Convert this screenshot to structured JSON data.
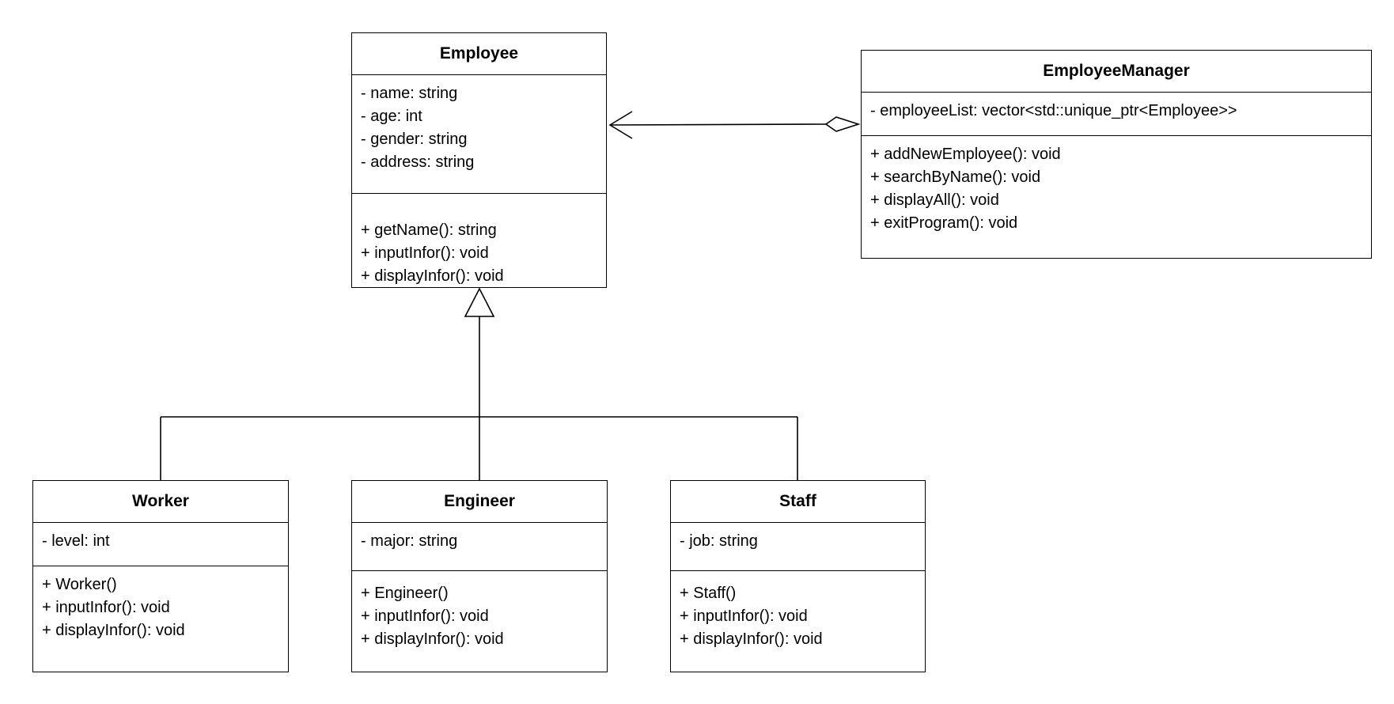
{
  "classes": {
    "employee": {
      "name": "Employee",
      "attributes": [
        "- name: string",
        "- age: int",
        "- gender: string",
        "- address: string"
      ],
      "operations": [
        "+ getName(): string",
        "+ inputInfor(): void",
        "+ displayInfor(): void"
      ]
    },
    "employee_manager": {
      "name": "EmployeeManager",
      "attributes": [
        "- employeeList: vector<std::unique_ptr<Employee>>"
      ],
      "operations": [
        "+ addNewEmployee(): void",
        "+ searchByName(): void",
        "+ displayAll(): void",
        "+ exitProgram(): void"
      ]
    },
    "worker": {
      "name": "Worker",
      "attributes": [
        "- level: int"
      ],
      "operations": [
        "+ Worker()",
        "+ inputInfor(): void",
        "+ displayInfor(): void"
      ]
    },
    "engineer": {
      "name": "Engineer",
      "attributes": [
        "- major: string"
      ],
      "operations": [
        "+ Engineer()",
        "+ inputInfor(): void",
        "+ displayInfor(): void"
      ]
    },
    "staff": {
      "name": "Staff",
      "attributes": [
        "- job: string"
      ],
      "operations": [
        "+ Staff()",
        "+ inputInfor(): void",
        "+ displayInfor(): void"
      ]
    }
  },
  "relations": [
    {
      "type": "aggregation",
      "from": "EmployeeManager",
      "to": "Employee"
    },
    {
      "type": "generalization",
      "from": "Worker",
      "to": "Employee"
    },
    {
      "type": "generalization",
      "from": "Engineer",
      "to": "Employee"
    },
    {
      "type": "generalization",
      "from": "Staff",
      "to": "Employee"
    }
  ]
}
